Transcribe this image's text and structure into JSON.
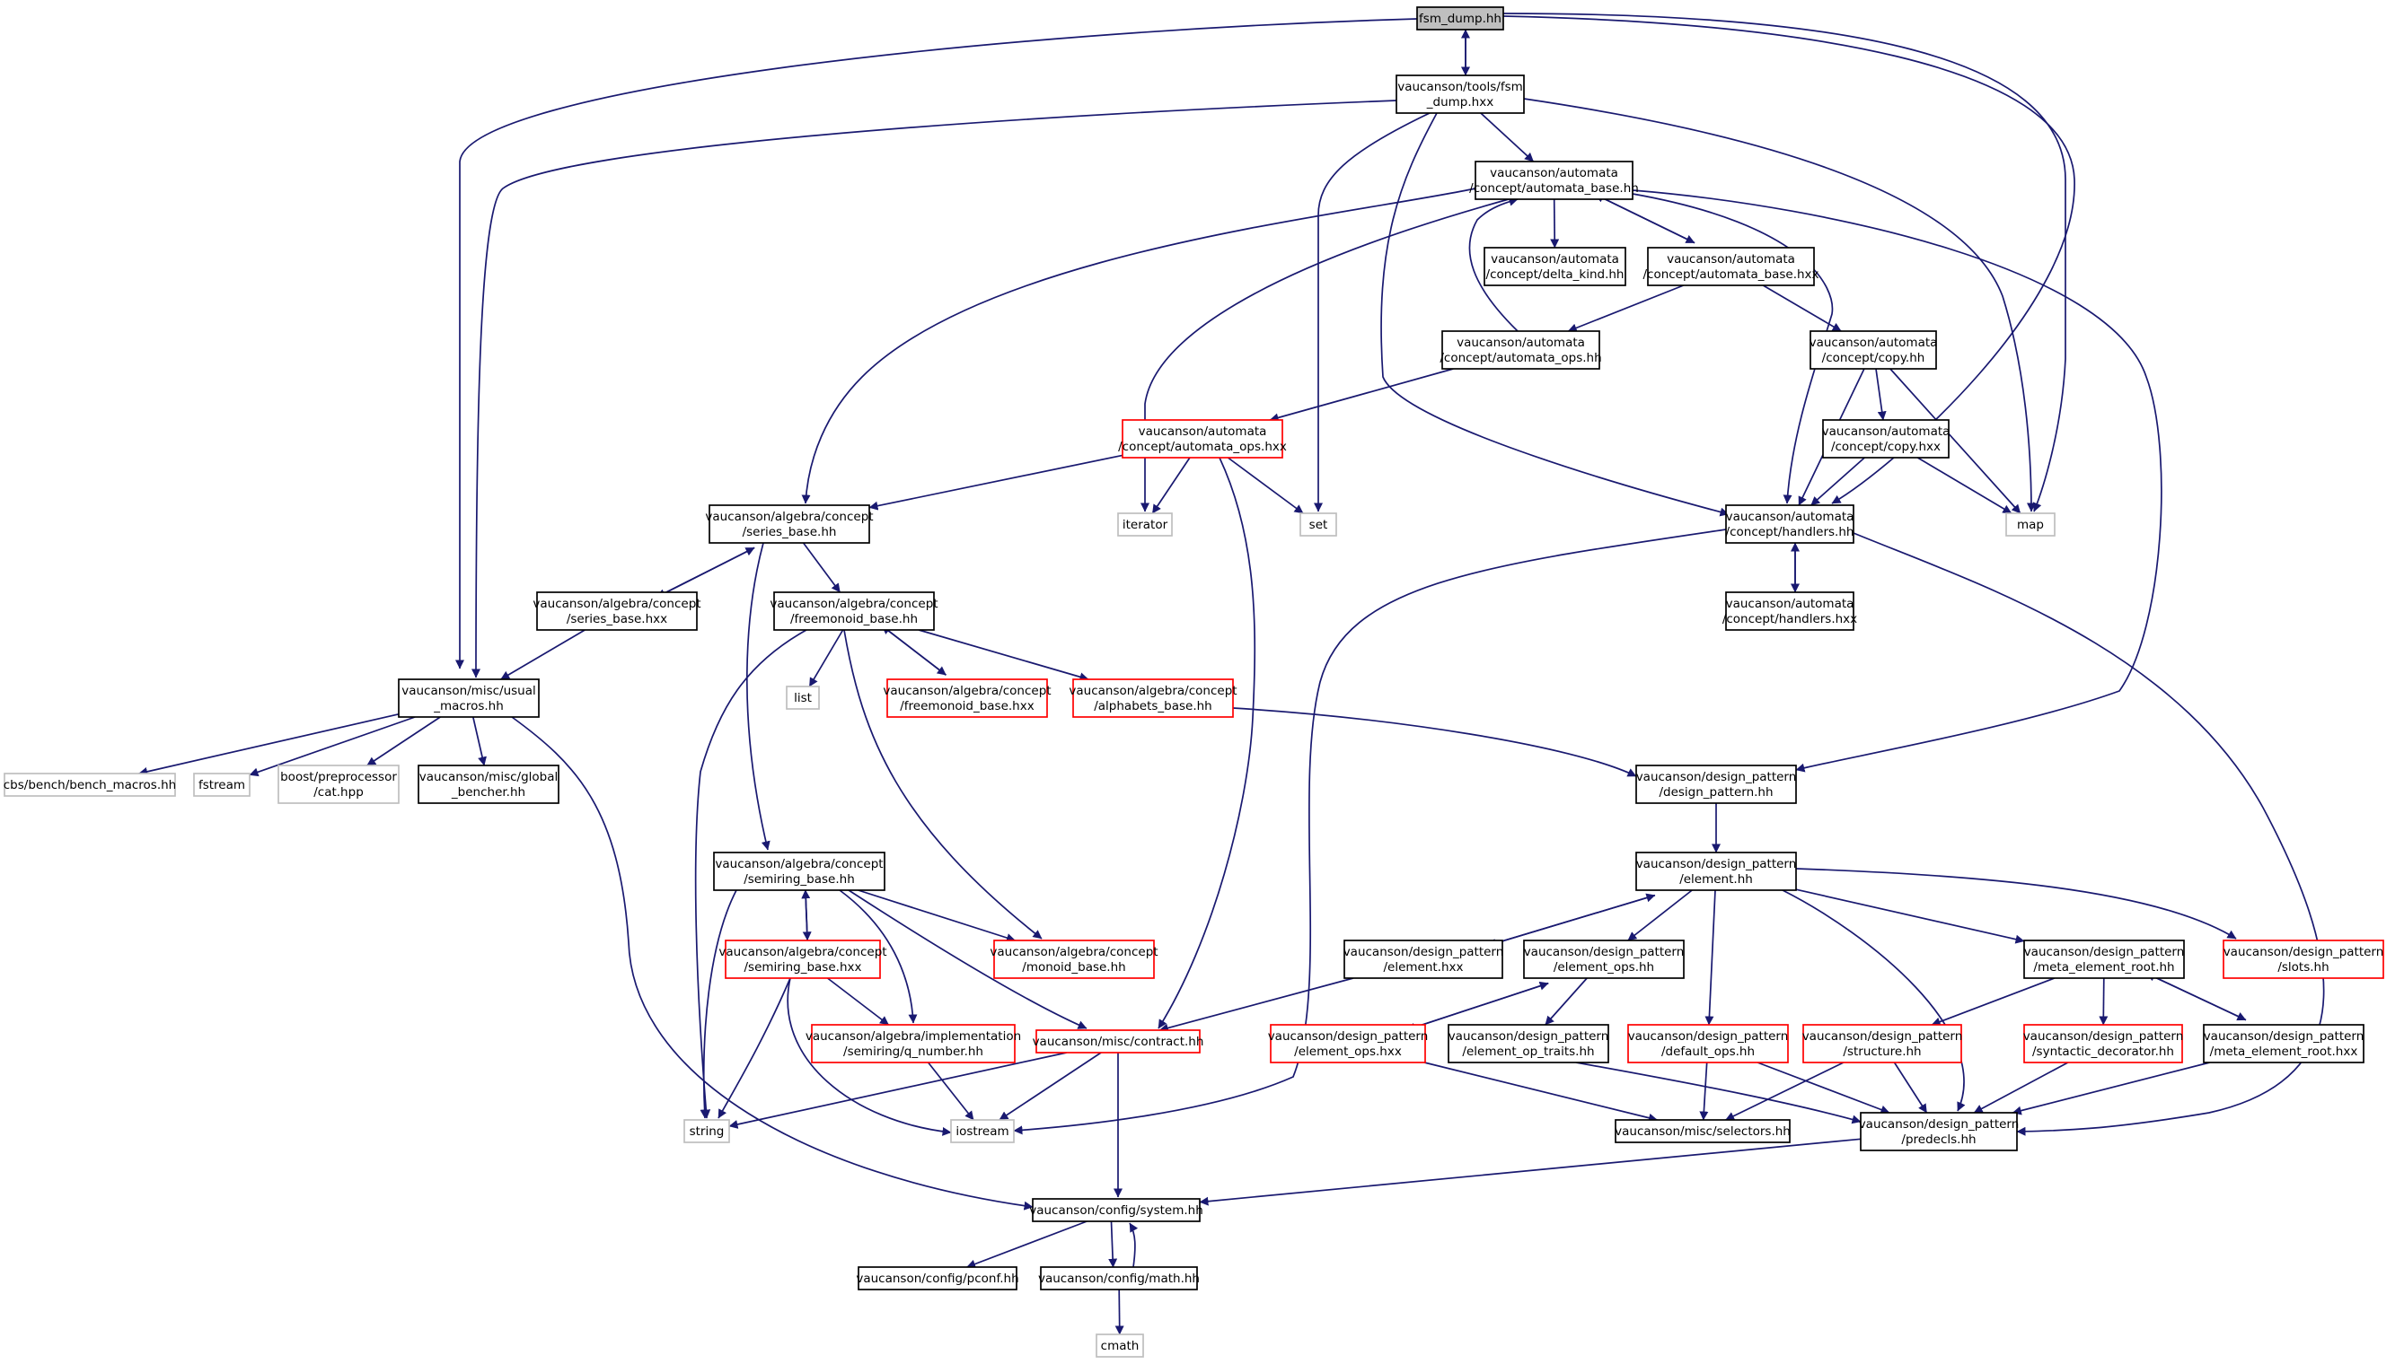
{
  "colors": {
    "edge": "#191970",
    "focus_fill": "#bfbfbf",
    "plain_border": "#000000",
    "truncated_border": "#ff0000",
    "external_border": "#bfbfbf"
  },
  "nodes": [
    {
      "id": "fsm_dump_hh",
      "kind": "focus",
      "lines": [
        "fsm_dump.hh"
      ]
    },
    {
      "id": "fsm_dump_hxx",
      "kind": "plain",
      "lines": [
        "vaucanson/tools/fsm",
        "_dump.hxx"
      ]
    },
    {
      "id": "automata_base_hh",
      "kind": "plain",
      "lines": [
        "vaucanson/automata",
        "/concept/automata_base.hh"
      ]
    },
    {
      "id": "delta_kind_hh",
      "kind": "plain",
      "lines": [
        "vaucanson/automata",
        "/concept/delta_kind.hh"
      ]
    },
    {
      "id": "automata_base_hxx",
      "kind": "plain",
      "lines": [
        "vaucanson/automata",
        "/concept/automata_base.hxx"
      ]
    },
    {
      "id": "automata_ops_hh",
      "kind": "plain",
      "lines": [
        "vaucanson/automata",
        "/concept/automata_ops.hh"
      ]
    },
    {
      "id": "copy_hh",
      "kind": "plain",
      "lines": [
        "vaucanson/automata",
        "/concept/copy.hh"
      ]
    },
    {
      "id": "copy_hxx",
      "kind": "plain",
      "lines": [
        "vaucanson/automata",
        "/concept/copy.hxx"
      ]
    },
    {
      "id": "automata_ops_hxx",
      "kind": "truncated",
      "lines": [
        "vaucanson/automata",
        "/concept/automata_ops.hxx"
      ]
    },
    {
      "id": "iterator",
      "kind": "external",
      "lines": [
        "iterator"
      ]
    },
    {
      "id": "set",
      "kind": "external",
      "lines": [
        "set"
      ]
    },
    {
      "id": "map",
      "kind": "external",
      "lines": [
        "map"
      ]
    },
    {
      "id": "handlers_hh",
      "kind": "plain",
      "lines": [
        "vaucanson/automata",
        "/concept/handlers.hh"
      ]
    },
    {
      "id": "handlers_hxx",
      "kind": "plain",
      "lines": [
        "vaucanson/automata",
        "/concept/handlers.hxx"
      ]
    },
    {
      "id": "series_base_hh",
      "kind": "plain",
      "lines": [
        "vaucanson/algebra/concept",
        "/series_base.hh"
      ]
    },
    {
      "id": "series_base_hxx",
      "kind": "plain",
      "lines": [
        "vaucanson/algebra/concept",
        "/series_base.hxx"
      ]
    },
    {
      "id": "freemonoid_base_hh",
      "kind": "plain",
      "lines": [
        "vaucanson/algebra/concept",
        "/freemonoid_base.hh"
      ]
    },
    {
      "id": "list",
      "kind": "external",
      "lines": [
        "list"
      ]
    },
    {
      "id": "freemonoid_base_hxx",
      "kind": "truncated",
      "lines": [
        "vaucanson/algebra/concept",
        "/freemonoid_base.hxx"
      ]
    },
    {
      "id": "alphabets_base_hh",
      "kind": "truncated",
      "lines": [
        "vaucanson/algebra/concept",
        "/alphabets_base.hh"
      ]
    },
    {
      "id": "usual_macros_hh",
      "kind": "plain",
      "lines": [
        "vaucanson/misc/usual",
        "_macros.hh"
      ]
    },
    {
      "id": "bench_macros_hh",
      "kind": "external",
      "lines": [
        "cbs/bench/bench_macros.hh"
      ]
    },
    {
      "id": "fstream",
      "kind": "external",
      "lines": [
        "fstream"
      ]
    },
    {
      "id": "cat_hpp",
      "kind": "external",
      "lines": [
        "boost/preprocessor",
        "/cat.hpp"
      ]
    },
    {
      "id": "global_bencher_hh",
      "kind": "plain",
      "lines": [
        "vaucanson/misc/global",
        "_bencher.hh"
      ]
    },
    {
      "id": "design_pattern_hh",
      "kind": "plain",
      "lines": [
        "vaucanson/design_pattern",
        "/design_pattern.hh"
      ]
    },
    {
      "id": "element_hh",
      "kind": "plain",
      "lines": [
        "vaucanson/design_pattern",
        "/element.hh"
      ]
    },
    {
      "id": "semiring_base_hh",
      "kind": "plain",
      "lines": [
        "vaucanson/algebra/concept",
        "/semiring_base.hh"
      ]
    },
    {
      "id": "semiring_base_hxx",
      "kind": "truncated",
      "lines": [
        "vaucanson/algebra/concept",
        "/semiring_base.hxx"
      ]
    },
    {
      "id": "monoid_base_hh",
      "kind": "truncated",
      "lines": [
        "vaucanson/algebra/concept",
        "/monoid_base.hh"
      ]
    },
    {
      "id": "element_hxx",
      "kind": "plain",
      "lines": [
        "vaucanson/design_pattern",
        "/element.hxx"
      ]
    },
    {
      "id": "element_ops_hh",
      "kind": "plain",
      "lines": [
        "vaucanson/design_pattern",
        "/element_ops.hh"
      ]
    },
    {
      "id": "meta_element_root_hh",
      "kind": "plain",
      "lines": [
        "vaucanson/design_pattern",
        "/meta_element_root.hh"
      ]
    },
    {
      "id": "slots_hh",
      "kind": "truncated",
      "lines": [
        "vaucanson/design_pattern",
        "/slots.hh"
      ]
    },
    {
      "id": "q_number_hh",
      "kind": "truncated",
      "lines": [
        "vaucanson/algebra/implementation",
        "/semiring/q_number.hh"
      ]
    },
    {
      "id": "contract_hh",
      "kind": "truncated",
      "lines": [
        "vaucanson/misc/contract.hh"
      ]
    },
    {
      "id": "element_ops_hxx",
      "kind": "truncated",
      "lines": [
        "vaucanson/design_pattern",
        "/element_ops.hxx"
      ]
    },
    {
      "id": "element_op_traits_hh",
      "kind": "plain",
      "lines": [
        "vaucanson/design_pattern",
        "/element_op_traits.hh"
      ]
    },
    {
      "id": "default_ops_hh",
      "kind": "truncated",
      "lines": [
        "vaucanson/design_pattern",
        "/default_ops.hh"
      ]
    },
    {
      "id": "structure_hh",
      "kind": "truncated",
      "lines": [
        "vaucanson/design_pattern",
        "/structure.hh"
      ]
    },
    {
      "id": "syntactic_decorator_hh",
      "kind": "truncated",
      "lines": [
        "vaucanson/design_pattern",
        "/syntactic_decorator.hh"
      ]
    },
    {
      "id": "meta_element_root_hxx",
      "kind": "plain",
      "lines": [
        "vaucanson/design_pattern",
        "/meta_element_root.hxx"
      ]
    },
    {
      "id": "string",
      "kind": "external",
      "lines": [
        "string"
      ]
    },
    {
      "id": "iostream",
      "kind": "external",
      "lines": [
        "iostream"
      ]
    },
    {
      "id": "selectors_hh",
      "kind": "plain",
      "lines": [
        "vaucanson/misc/selectors.hh"
      ]
    },
    {
      "id": "predecls_hh",
      "kind": "plain",
      "lines": [
        "vaucanson/design_pattern",
        "/predecls.hh"
      ]
    },
    {
      "id": "system_hh",
      "kind": "plain",
      "lines": [
        "vaucanson/config/system.hh"
      ]
    },
    {
      "id": "pconf_hh",
      "kind": "plain",
      "lines": [
        "vaucanson/config/pconf.hh"
      ]
    },
    {
      "id": "math_hh",
      "kind": "plain",
      "lines": [
        "vaucanson/config/math.hh"
      ]
    },
    {
      "id": "cmath",
      "kind": "external",
      "lines": [
        "cmath"
      ]
    }
  ],
  "edges": [
    [
      "fsm_dump_hh",
      "fsm_dump_hxx"
    ],
    [
      "fsm_dump_hxx",
      "fsm_dump_hh"
    ],
    [
      "fsm_dump_hh",
      "usual_macros_hh"
    ],
    [
      "fsm_dump_hh",
      "handlers_hh"
    ],
    [
      "fsm_dump_hh",
      "map"
    ],
    [
      "fsm_dump_hxx",
      "automata_base_hh"
    ],
    [
      "fsm_dump_hxx",
      "usual_macros_hh"
    ],
    [
      "fsm_dump_hxx",
      "set"
    ],
    [
      "fsm_dump_hxx",
      "handlers_hh"
    ],
    [
      "fsm_dump_hxx",
      "map"
    ],
    [
      "automata_base_hh",
      "delta_kind_hh"
    ],
    [
      "automata_base_hh",
      "automata_base_hxx"
    ],
    [
      "automata_base_hxx",
      "automata_base_hh"
    ],
    [
      "automata_base_hh",
      "series_base_hh"
    ],
    [
      "automata_base_hh",
      "iterator"
    ],
    [
      "automata_base_hh",
      "handlers_hh"
    ],
    [
      "automata_base_hh",
      "design_pattern_hh"
    ],
    [
      "automata_base_hxx",
      "automata_ops_hh"
    ],
    [
      "automata_base_hxx",
      "copy_hh"
    ],
    [
      "automata_ops_hh",
      "automata_base_hh"
    ],
    [
      "automata_ops_hh",
      "automata_ops_hxx"
    ],
    [
      "copy_hh",
      "copy_hxx"
    ],
    [
      "copy_hh",
      "handlers_hh"
    ],
    [
      "copy_hh",
      "map"
    ],
    [
      "copy_hxx",
      "handlers_hh"
    ],
    [
      "copy_hxx",
      "map"
    ],
    [
      "automata_ops_hxx",
      "series_base_hh"
    ],
    [
      "automata_ops_hxx",
      "iterator"
    ],
    [
      "automata_ops_hxx",
      "set"
    ],
    [
      "automata_ops_hxx",
      "contract_hh"
    ],
    [
      "handlers_hh",
      "handlers_hxx"
    ],
    [
      "handlers_hxx",
      "handlers_hh"
    ],
    [
      "handlers_hh",
      "iostream"
    ],
    [
      "handlers_hh",
      "predecls_hh"
    ],
    [
      "series_base_hh",
      "series_base_hxx"
    ],
    [
      "series_base_hxx",
      "series_base_hh"
    ],
    [
      "series_base_hh",
      "freemonoid_base_hh"
    ],
    [
      "series_base_hh",
      "semiring_base_hh"
    ],
    [
      "series_base_hxx",
      "usual_macros_hh"
    ],
    [
      "freemonoid_base_hh",
      "list"
    ],
    [
      "freemonoid_base_hh",
      "freemonoid_base_hxx"
    ],
    [
      "freemonoid_base_hxx",
      "freemonoid_base_hh"
    ],
    [
      "freemonoid_base_hh",
      "alphabets_base_hh"
    ],
    [
      "freemonoid_base_hh",
      "string"
    ],
    [
      "freemonoid_base_hh",
      "monoid_base_hh"
    ],
    [
      "alphabets_base_hh",
      "design_pattern_hh"
    ],
    [
      "usual_macros_hh",
      "bench_macros_hh"
    ],
    [
      "usual_macros_hh",
      "fstream"
    ],
    [
      "usual_macros_hh",
      "cat_hpp"
    ],
    [
      "usual_macros_hh",
      "global_bencher_hh"
    ],
    [
      "usual_macros_hh",
      "system_hh"
    ],
    [
      "design_pattern_hh",
      "element_hh"
    ],
    [
      "element_hh",
      "element_hxx"
    ],
    [
      "element_hxx",
      "element_hh"
    ],
    [
      "element_hh",
      "element_ops_hh"
    ],
    [
      "element_hh",
      "default_ops_hh"
    ],
    [
      "element_hh",
      "predecls_hh"
    ],
    [
      "element_hh",
      "meta_element_root_hh"
    ],
    [
      "element_hh",
      "slots_hh"
    ],
    [
      "element_hxx",
      "contract_hh"
    ],
    [
      "element_ops_hh",
      "element_ops_hxx"
    ],
    [
      "element_ops_hxx",
      "element_ops_hh"
    ],
    [
      "element_ops_hh",
      "element_op_traits_hh"
    ],
    [
      "element_ops_hxx",
      "selectors_hh"
    ],
    [
      "element_op_traits_hh",
      "predecls_hh"
    ],
    [
      "default_ops_hh",
      "selectors_hh"
    ],
    [
      "default_ops_hh",
      "predecls_hh"
    ],
    [
      "meta_element_root_hh",
      "structure_hh"
    ],
    [
      "meta_element_root_hh",
      "syntactic_decorator_hh"
    ],
    [
      "meta_element_root_hh",
      "meta_element_root_hxx"
    ],
    [
      "meta_element_root_hxx",
      "meta_element_root_hh"
    ],
    [
      "structure_hh",
      "selectors_hh"
    ],
    [
      "structure_hh",
      "predecls_hh"
    ],
    [
      "syntactic_decorator_hh",
      "predecls_hh"
    ],
    [
      "meta_element_root_hxx",
      "predecls_hh"
    ],
    [
      "semiring_base_hh",
      "semiring_base_hxx"
    ],
    [
      "semiring_base_hxx",
      "semiring_base_hh"
    ],
    [
      "semiring_base_hh",
      "monoid_base_hh"
    ],
    [
      "semiring_base_hh",
      "q_number_hh"
    ],
    [
      "semiring_base_hh",
      "contract_hh"
    ],
    [
      "semiring_base_hh",
      "string"
    ],
    [
      "semiring_base_hxx",
      "q_number_hh"
    ],
    [
      "semiring_base_hxx",
      "string"
    ],
    [
      "semiring_base_hxx",
      "iostream"
    ],
    [
      "q_number_hh",
      "iostream"
    ],
    [
      "contract_hh",
      "string"
    ],
    [
      "contract_hh",
      "iostream"
    ],
    [
      "contract_hh",
      "system_hh"
    ],
    [
      "predecls_hh",
      "system_hh"
    ],
    [
      "system_hh",
      "pconf_hh"
    ],
    [
      "system_hh",
      "math_hh"
    ],
    [
      "math_hh",
      "system_hh"
    ],
    [
      "math_hh",
      "cmath"
    ]
  ]
}
